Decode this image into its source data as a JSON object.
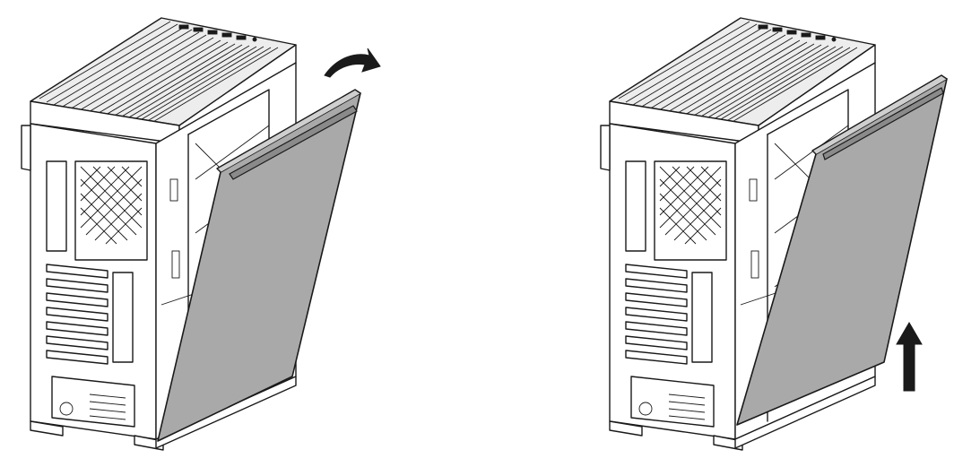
{
  "diagram": {
    "style": {
      "ink": "#1a1a1a",
      "case_fill": "#ffffff",
      "panel_fill": "#a9a9a9",
      "panel_edge": "#6f6f6f",
      "handle_fill": "#8a8a8a",
      "arrow_fill": "#1a1a1a",
      "top_vent_fill": "#e6e6e6"
    },
    "steps": [
      {
        "id": "step-1",
        "panel_state": "swung-open",
        "arrow": "curved-arrow-icon"
      },
      {
        "id": "step-2",
        "panel_state": "lifting-up",
        "arrow": "up-arrow-icon"
      }
    ]
  }
}
